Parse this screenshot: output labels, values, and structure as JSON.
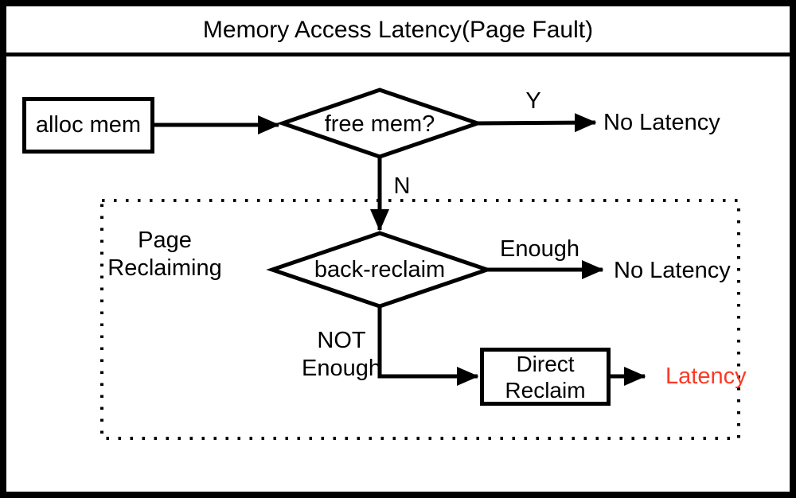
{
  "title": "Memory Access Latency(Page Fault)",
  "colors": {
    "ink": "#000000",
    "latency_text": "#fb3a26",
    "background": "#ffffff"
  },
  "flow": {
    "alloc_mem": {
      "label": "alloc mem"
    },
    "free_mem": {
      "label": "free mem?",
      "yes_label": "Y",
      "yes_result": "No Latency",
      "no_label": "N"
    },
    "page_reclaiming_region": {
      "label_line1": "Page",
      "label_line2": "Reclaiming"
    },
    "back_reclaim": {
      "label": "back-reclaim",
      "enough_label": "Enough",
      "enough_result": "No Latency",
      "not_enough_line1": "NOT",
      "not_enough_line2": "Enough"
    },
    "direct_reclaim": {
      "label_line1": "Direct",
      "label_line2": "Reclaim",
      "result": "Latency"
    }
  }
}
